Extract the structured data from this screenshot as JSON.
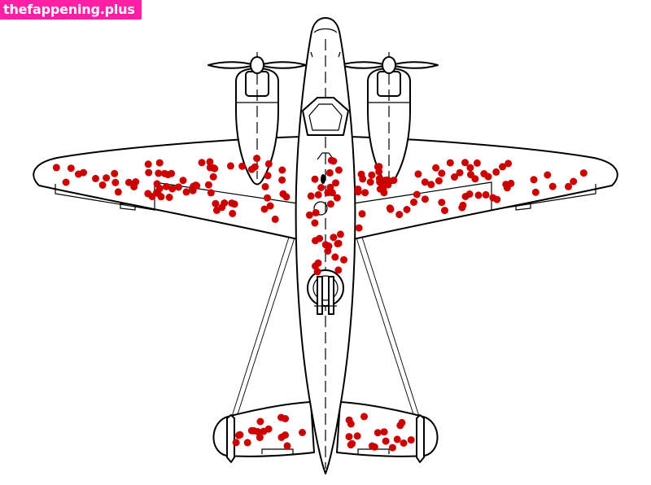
{
  "watermark": {
    "text": "thefappening.plus",
    "background": "#ff1ea6",
    "color": "#ffffff"
  },
  "diagram": {
    "line_color": "#000000",
    "fill_color": "#ffffff",
    "hit_color": "#cc0000",
    "hits": {
      "left_wing": 70,
      "right_wing": 68,
      "fuselage": 32,
      "left_tailplane": 17,
      "right_tailplane": 18
    }
  }
}
